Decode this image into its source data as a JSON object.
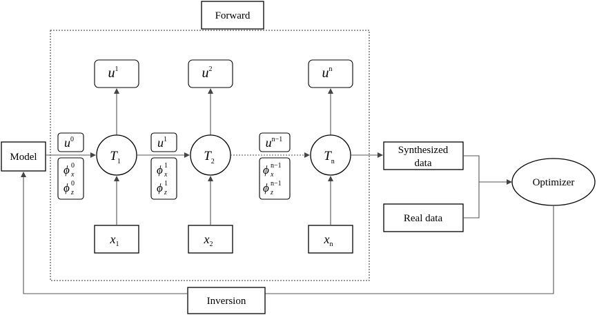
{
  "labels": {
    "forward": "Forward",
    "model": "Model",
    "synthesized_line1": "Synthesized",
    "synthesized_line2": "data",
    "real_data": "Real data",
    "optimizer": "Optimizer",
    "inversion": "Inversion"
  },
  "outputs": [
    {
      "base": "u",
      "sup": "1"
    },
    {
      "base": "u",
      "sup": "2"
    },
    {
      "base": "u",
      "sup": "n"
    }
  ],
  "operators": [
    {
      "base": "T",
      "sub": "1"
    },
    {
      "base": "T",
      "sub": "2"
    },
    {
      "base": "T",
      "sub": "n"
    }
  ],
  "inputs": [
    {
      "base": "x",
      "sub": "1"
    },
    {
      "base": "x",
      "sub": "2"
    },
    {
      "base": "x",
      "sub": "n"
    }
  ],
  "states": [
    {
      "u_base": "u",
      "u_sup": "0",
      "phi": "ϕ",
      "phi_x_sup": "0",
      "phi_x_sub": "x",
      "phi_z_sup": "0",
      "phi_z_sub": "z"
    },
    {
      "u_base": "u",
      "u_sup": "1",
      "phi": "ϕ",
      "phi_x_sup": "1",
      "phi_x_sub": "x",
      "phi_z_sup": "1",
      "phi_z_sub": "z"
    },
    {
      "u_base": "u",
      "u_sup": "n−1",
      "phi": "ϕ",
      "phi_x_sup": "n−1",
      "phi_x_sub": "x",
      "phi_z_sup": "n−1",
      "phi_z_sub": "z"
    }
  ]
}
